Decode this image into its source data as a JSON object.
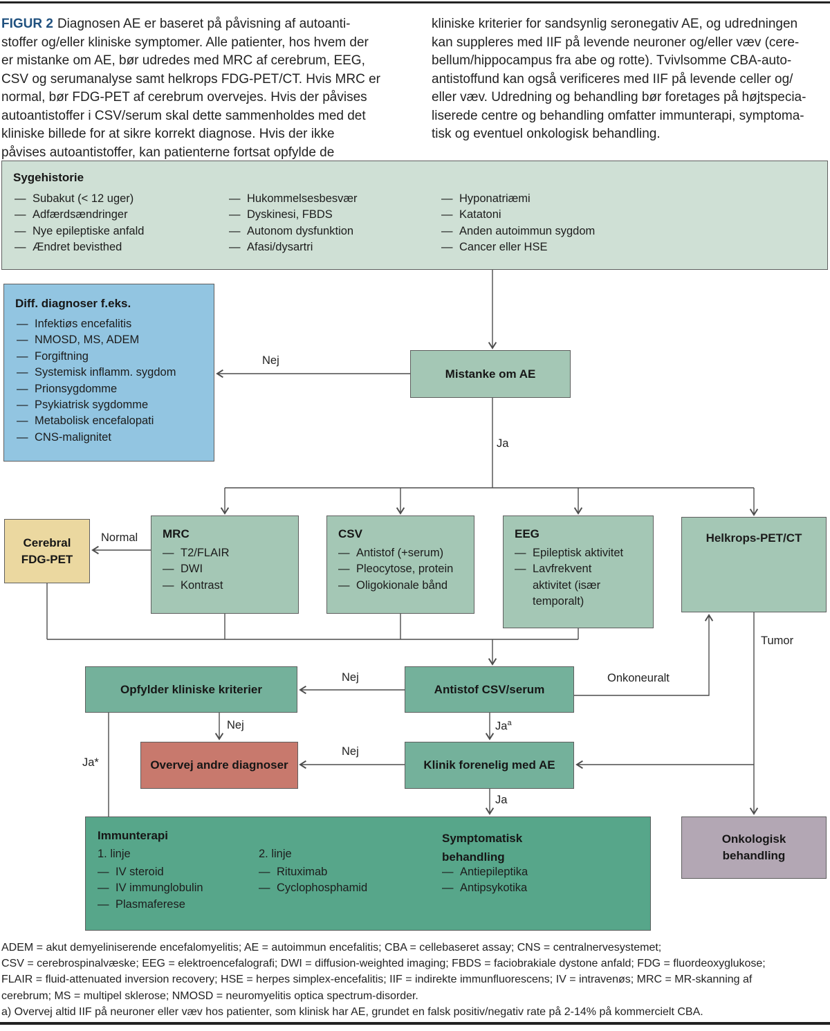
{
  "dash": "—",
  "colors": {
    "box_light_green": "#cfe0d5",
    "box_green": "#a4c7b5",
    "box_teal": "#74b19b",
    "box_dark_teal": "#57a68a",
    "box_blue": "#92c5e1",
    "box_yellow": "#ebd8a0",
    "box_salmon": "#c8796d",
    "box_purple": "#b3a7b4",
    "figure_label": "#20517f",
    "connector": "#4c4c4c"
  },
  "intro": {
    "figure_label": "FIGUR 2",
    "left_lines": [
      "Diagnosen AE er baseret på påvisning af autoanti-",
      "stoffer og/eller kliniske symptomer. Alle patienter, hos hvem der",
      "er mistanke om AE, bør udredes med MRC af cerebrum, EEG,",
      "CSV og serumanalyse samt helkrops FDG-PET/CT. Hvis MRC er",
      "normal, bør FDG-PET af cerebrum overvejes. Hvis der påvises",
      "autoantistoffer i CSV/serum skal dette sammenholdes med det",
      "kliniske billede for at sikre korrekt diagnose. Hvis der ikke",
      "påvises autoantistoffer, kan patienterne fortsat opfylde de"
    ],
    "right_lines": [
      "kliniske kriterier for sandsynlig seronegativ AE, og udredningen",
      "kan suppleres med IIF på levende neuroner og/eller væv (cere-",
      "bellum/hippocampus fra abe og rotte). Tvivlsomme CBA-auto-",
      "antistoffund kan også verificeres med IIF på levende celler og/",
      "eller væv. Udredning og behandling bør foretages på højtspecia-",
      "liserede centre og behandling omfatter immunterapi, symptoma-",
      "tisk og eventuel onkologisk behandling."
    ]
  },
  "sygehistorie": {
    "title": "Sygehistorie",
    "col1": [
      "Subakut (< 12 uger)",
      "Adfærdsændringer",
      "Nye epileptiske anfald",
      "Ændret bevisthed"
    ],
    "col2": [
      "Hukommelsesbesvær",
      "Dyskinesi, FBDS",
      "Autonom dysfunktion",
      "Afasi/dysartri"
    ],
    "col3": [
      "Hyponatriæmi",
      "Katatoni",
      "Anden autoimmun sygdom",
      "Cancer eller HSE"
    ]
  },
  "diff": {
    "title": "Diff. diagnoser f.eks.",
    "items": [
      "Infektiøs encefalitis",
      "NMOSD, MS, ADEM",
      "Forgiftning",
      "Systemisk inflamm. sygdom",
      "Prionsygdomme",
      "Psykiatrisk sygdomme",
      "Metabolisk encefalopati",
      "CNS-malignitet"
    ]
  },
  "mistanke": {
    "label": "Mistanke om AE"
  },
  "mrc": {
    "title": "MRC",
    "items": [
      "T2/FLAIR",
      "DWI",
      "Kontrast"
    ]
  },
  "csv": {
    "title": "CSV",
    "items": [
      "Antistof (+serum)",
      "Pleocytose, protein",
      "Oligokionale bånd"
    ]
  },
  "eeg": {
    "title": "EEG",
    "item1": "Epileptisk aktivitet",
    "item2_lines": [
      "Lavfrekvent",
      "aktivitet (især",
      "temporalt)"
    ]
  },
  "helkrops": {
    "label": "Helkrops-PET/CT"
  },
  "cerebral": {
    "lines": [
      "Cerebral",
      "FDG-PET"
    ]
  },
  "opfylder": {
    "label": "Opfylder kliniske kriterier"
  },
  "antistof": {
    "label": "Antistof CSV/serum"
  },
  "overvej": {
    "label": "Overvej andre diagnoser"
  },
  "klinik": {
    "label": "Klinik forenelig med AE"
  },
  "immun": {
    "title": "Immunterapi",
    "line1_label": "1. linje",
    "line2_label": "2. linje",
    "col1": [
      "IV steroid",
      "IV immunglobulin",
      "Plasmaferese"
    ],
    "col2": [
      "Rituximab",
      "Cyclophosphamid"
    ],
    "symp_title_lines": [
      "Symptomatisk",
      "behandling"
    ],
    "symp_items": [
      "Antiepileptika",
      "Antipsykotika"
    ]
  },
  "onko": {
    "lines": [
      "Onkologisk",
      "behandling"
    ]
  },
  "edge_labels": {
    "mistanke_nej": "Nej",
    "mistanke_ja": "Ja",
    "mrc_normal": "Normal",
    "antistof_nej": "Nej",
    "antistof_ja_base": "Ja",
    "antistof_ja_sup": "a",
    "antistof_onkoneuralt": "Onkoneuralt",
    "helkrops_tumor": "Tumor",
    "opfylder_nej": "Nej",
    "opfylder_ja_star": "Ja*",
    "klinik_nej": "Nej",
    "klinik_ja": "Ja"
  },
  "footer": {
    "lines": [
      "ADEM = akut demyeliniserende encefalomyelitis; AE = autoimmun encefalitis; CBA = cellebaseret assay; CNS = centralnervesystemet;",
      "CSV = cerebrospinalvæske; EEG = elektroencefalografi; DWI = diffusion-weighted imaging; FBDS = faciobrakiale dystone anfald; FDG = fluordeoxyglukose;",
      "FLAIR = fluid-attenuated inversion recovery; HSE = herpes simplex-encefalitis; IIF = indirekte immunfluorescens; IV = intravenøs; MRC = MR-skanning af",
      "cerebrum; MS = multipel sklerose; NMOSD = neuromyelitis optica spectrum-disorder.",
      "a) Overvej altid IIF på neuroner eller væv hos patienter, som klinisk har AE, grundet en falsk positiv/negativ rate på 2-14% på kommercielt CBA."
    ]
  }
}
